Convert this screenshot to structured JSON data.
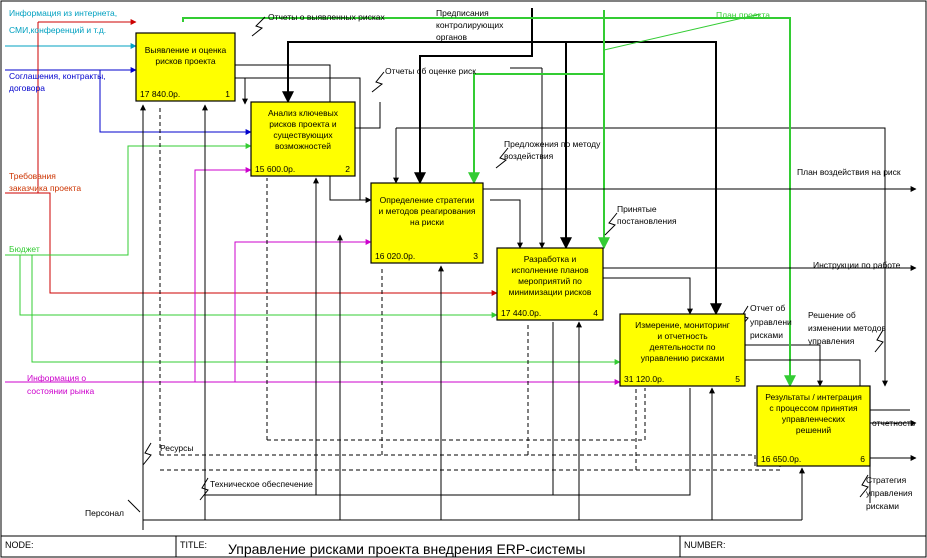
{
  "colors": {
    "box_fill": "#ffff00",
    "black": "#000000",
    "green": "#33cc33",
    "blue": "#0000cc",
    "red": "#cc0000",
    "magenta": "#cc00cc",
    "cyan": "#00a0c0",
    "orange_label": "#cc3300"
  },
  "boxes": [
    {
      "id": "b1",
      "lines": [
        "Выявление и оценка",
        "рисков проекта"
      ],
      "cost": "17 840.0р.",
      "num": "1"
    },
    {
      "id": "b2",
      "lines": [
        "Анализ ключевых",
        "рисков проекта и",
        "существующих",
        "возможностей"
      ],
      "cost": "15 600.0р.",
      "num": "2"
    },
    {
      "id": "b3",
      "lines": [
        "Определение стратегии",
        "и методов реагирования",
        "на риски"
      ],
      "cost": "16 020.0р.",
      "num": "3"
    },
    {
      "id": "b4",
      "lines": [
        "Разработка и",
        "исполнение планов",
        "мероприятий по",
        "минимизации рисков"
      ],
      "cost": "17 440.0р.",
      "num": "4"
    },
    {
      "id": "b5",
      "lines": [
        "Измерение, мониторинг",
        "и отчетность",
        "деятельности по",
        "управлению рисками"
      ],
      "cost": "31 120.0р.",
      "num": "5"
    },
    {
      "id": "b6",
      "lines": [
        "Результаты / интеграция",
        "с процессом принятия",
        "управленческих",
        "решений"
      ],
      "cost": "16 650.0р.",
      "num": "6"
    }
  ],
  "labels": {
    "in_info_internet": [
      "Информация из интернета,",
      "СМИ,конференций и т.д."
    ],
    "in_agreements": [
      "Соглашения, контракты,",
      "договора"
    ],
    "in_requirements": [
      "Требования",
      "заказчика проекта"
    ],
    "in_budget": "Бюджет",
    "in_market": [
      "Информация о",
      "состоянии рынка"
    ],
    "ctrl_risk_reports": "Отчеты о выявленных рисках",
    "ctrl_prescriptions": [
      "Предписания",
      "контролирующих",
      "органов"
    ],
    "ctrl_project_plan": "План проекта",
    "ctrl_assessment_reports": "Отчеты об оценке риск",
    "ctrl_proposals": [
      "Предложения по методу",
      "воздействия"
    ],
    "ctrl_resolutions": [
      "Принятые",
      "постановления"
    ],
    "out_plan": "План  воздействия на риск",
    "out_instructions": "Инструкции по работе",
    "out_report": [
      "Отчет об",
      "управлени",
      "рисками"
    ],
    "out_decision": [
      "Решение об",
      "изменении методов",
      "управления"
    ],
    "out_reporting": "отчетность",
    "out_strategy": [
      "Стратегия",
      "управления",
      "рисками"
    ],
    "mech_resources": "Ресурсы",
    "mech_tech": "Техническое обеспечение",
    "mech_personnel": "Персонал"
  },
  "footer": {
    "node_label": "NODE:",
    "title_label": "TITLE:",
    "title": "Управление рисками проекта  внедрения ERP-системы",
    "number_label": "NUMBER:"
  }
}
